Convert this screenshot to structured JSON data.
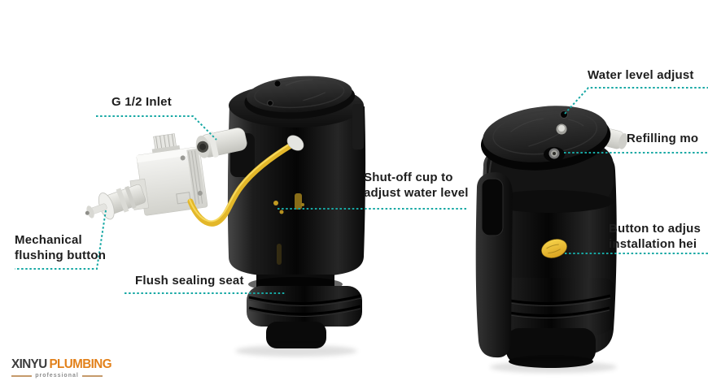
{
  "page": {
    "background": "#ffffff"
  },
  "colors": {
    "leader_line": "#17a8a4",
    "hose_yellow": "#e3b729",
    "button_yellow": "#eec22f",
    "brand_orange": "#e2811b",
    "brand_dark": "#3c3c3c",
    "device_body": "#0d0d0d",
    "label_text": "#1d1d1d"
  },
  "annotations": {
    "labels": {
      "inlet": {
        "text": "G 1/2 Inlet"
      },
      "mechanical_button": {
        "line1": "Mechanical",
        "line2": "flushing button"
      },
      "flush_sealing_seat": {
        "text": "Flush sealing seat"
      },
      "shut_off_cup": {
        "line1": "Shut-off cup to",
        "line2": "adjust water level"
      },
      "water_level_adjust": {
        "text": "Water level adjust"
      },
      "refilling_mode": {
        "text": "Refilling mo"
      },
      "height_button": {
        "line1": "Button to adjus",
        "line2": "installation hei"
      }
    }
  },
  "logo": {
    "primary": "XINYU",
    "secondary": "PLUMBING",
    "tagline": "professional"
  }
}
